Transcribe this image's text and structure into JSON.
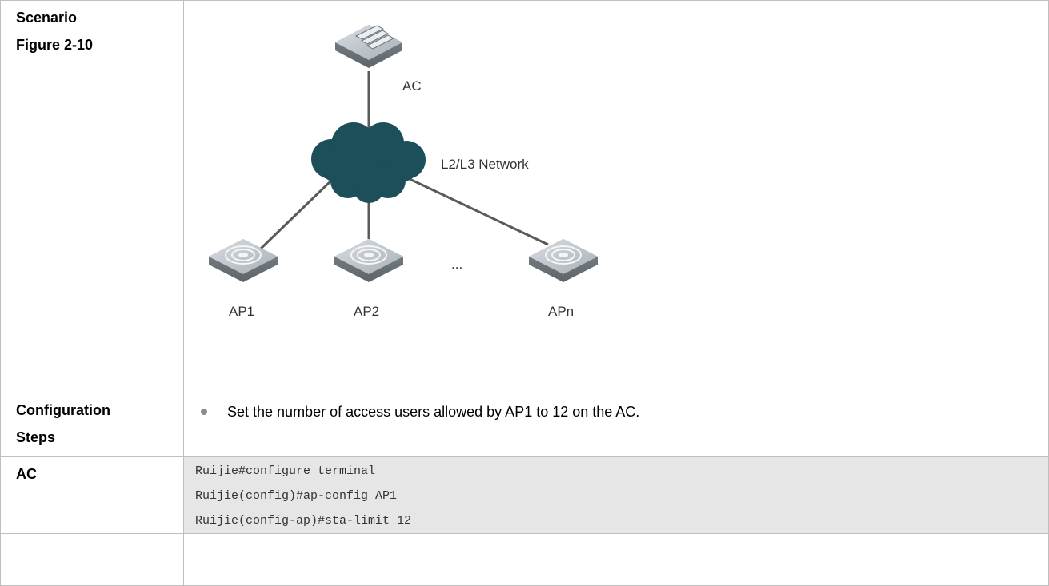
{
  "rows": {
    "scenario_label": "Scenario",
    "figure_label": "Figure 2-10",
    "config_label_1": "Configuration",
    "config_label_2": "Steps",
    "ac_label": "AC"
  },
  "diagram": {
    "ac": "AC",
    "network": "L2/L3 Network",
    "ap1": "AP1",
    "ap2": "AP2",
    "apn": "APn",
    "ellipsis": "..."
  },
  "steps": [
    "Set the number of access users allowed by AP1 to 12 on the AC."
  ],
  "cli": [
    "Ruijie#configure terminal",
    "Ruijie(config)#ap-config AP1",
    "Ruijie(config-ap)#sta-limit 12"
  ],
  "colors": {
    "cloud": "#1d4f5a",
    "device": "#9aa2a8",
    "cli_bg": "#e6e6e6",
    "border": "#bfbfbf"
  }
}
